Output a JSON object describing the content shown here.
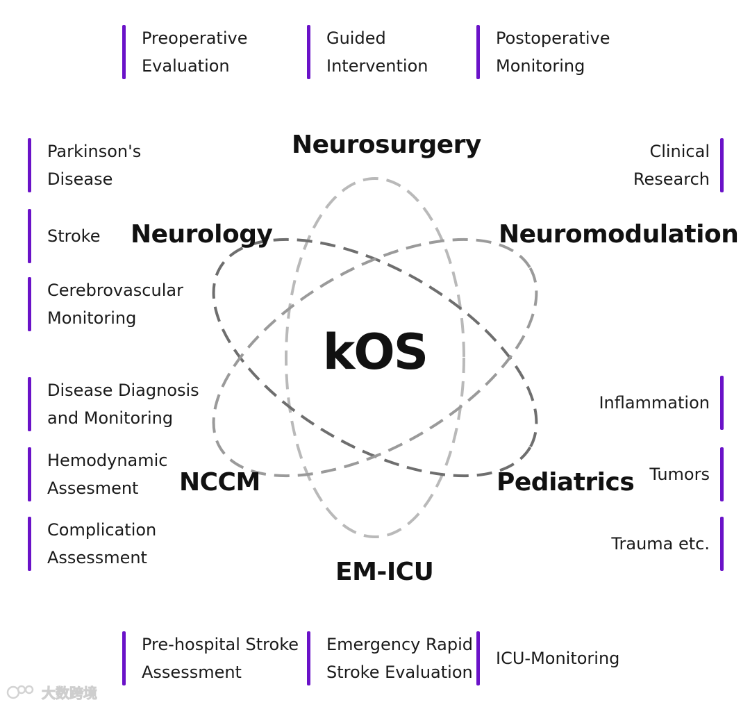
{
  "center": {
    "label": "kOS"
  },
  "fields": {
    "neurosurgery": "Neurosurgery",
    "neurology": "Neurology",
    "neuromodulation": "Neuromodulation",
    "nccm": "NCCM",
    "pediatrics": "Pediatrics",
    "em_icu": "EM-ICU"
  },
  "items": {
    "top": [
      "Preoperative\nEvaluation",
      "Guided\nIntervention",
      "Postoperative\nMonitoring"
    ],
    "left": [
      "Parkinson's\nDisease",
      "Stroke",
      "Cerebrovascular\nMonitoring",
      "Disease Diagnosis\nand Monitoring",
      "Hemodynamic\nAssesment",
      "Complication\nAssessment"
    ],
    "right": [
      "Clinical\nResearch",
      "Inflammation",
      "Tumors",
      "Trauma etc."
    ],
    "bottom": [
      "Pre-hospital Stroke\nAssessment",
      "Emergency Rapid\nStroke Evaluation",
      "ICU-Monitoring"
    ]
  },
  "colors": {
    "accent_bar": "#6a12c8",
    "text": "#111111"
  },
  "watermark": {
    "text": "大数跨境",
    "icon": "brand-logo-icon"
  }
}
